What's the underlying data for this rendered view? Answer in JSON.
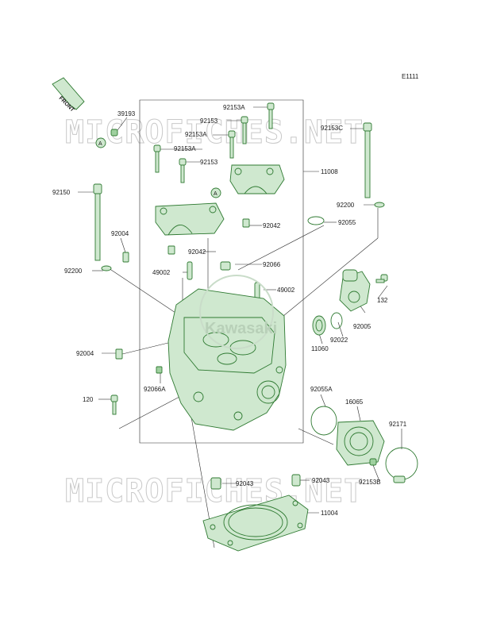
{
  "diagram_code": "E1111",
  "front_label": "FRONT",
  "brand_mark": "Kawasaki",
  "watermark": "MICROFICHES.NET",
  "callout_letter": "A",
  "colors": {
    "part_stroke": "#2f7a32",
    "part_fill": "#cfe8cf",
    "line": "#2a2a2a",
    "watermark": "#c9c9c9"
  },
  "parts": {
    "p39193": "39193",
    "p92153A_top": "92153A",
    "p92153_a": "92153",
    "p92153A_b": "92153A",
    "p92153C": "92153C",
    "p92153A_c": "92153A",
    "p92153_b": "92153",
    "p11008": "11008",
    "p92150": "92150",
    "p92200_right": "92200",
    "p92042_a": "92042",
    "p92055": "92055",
    "p92004_a": "92004",
    "p92042_b": "92042",
    "p92066": "92066",
    "p92200_left": "92200",
    "p49002_a": "49002",
    "p49002_b": "49002",
    "p132": "132",
    "p92005": "92005",
    "p92022": "92022",
    "p11060": "11060",
    "p92004_b": "92004",
    "p92066A": "92066A",
    "p120": "120",
    "p92055A": "92055A",
    "p16065": "16065",
    "p92171": "92171",
    "p92153B": "92153B",
    "p92043_a": "92043",
    "p92043_b": "92043",
    "p11004": "11004"
  }
}
